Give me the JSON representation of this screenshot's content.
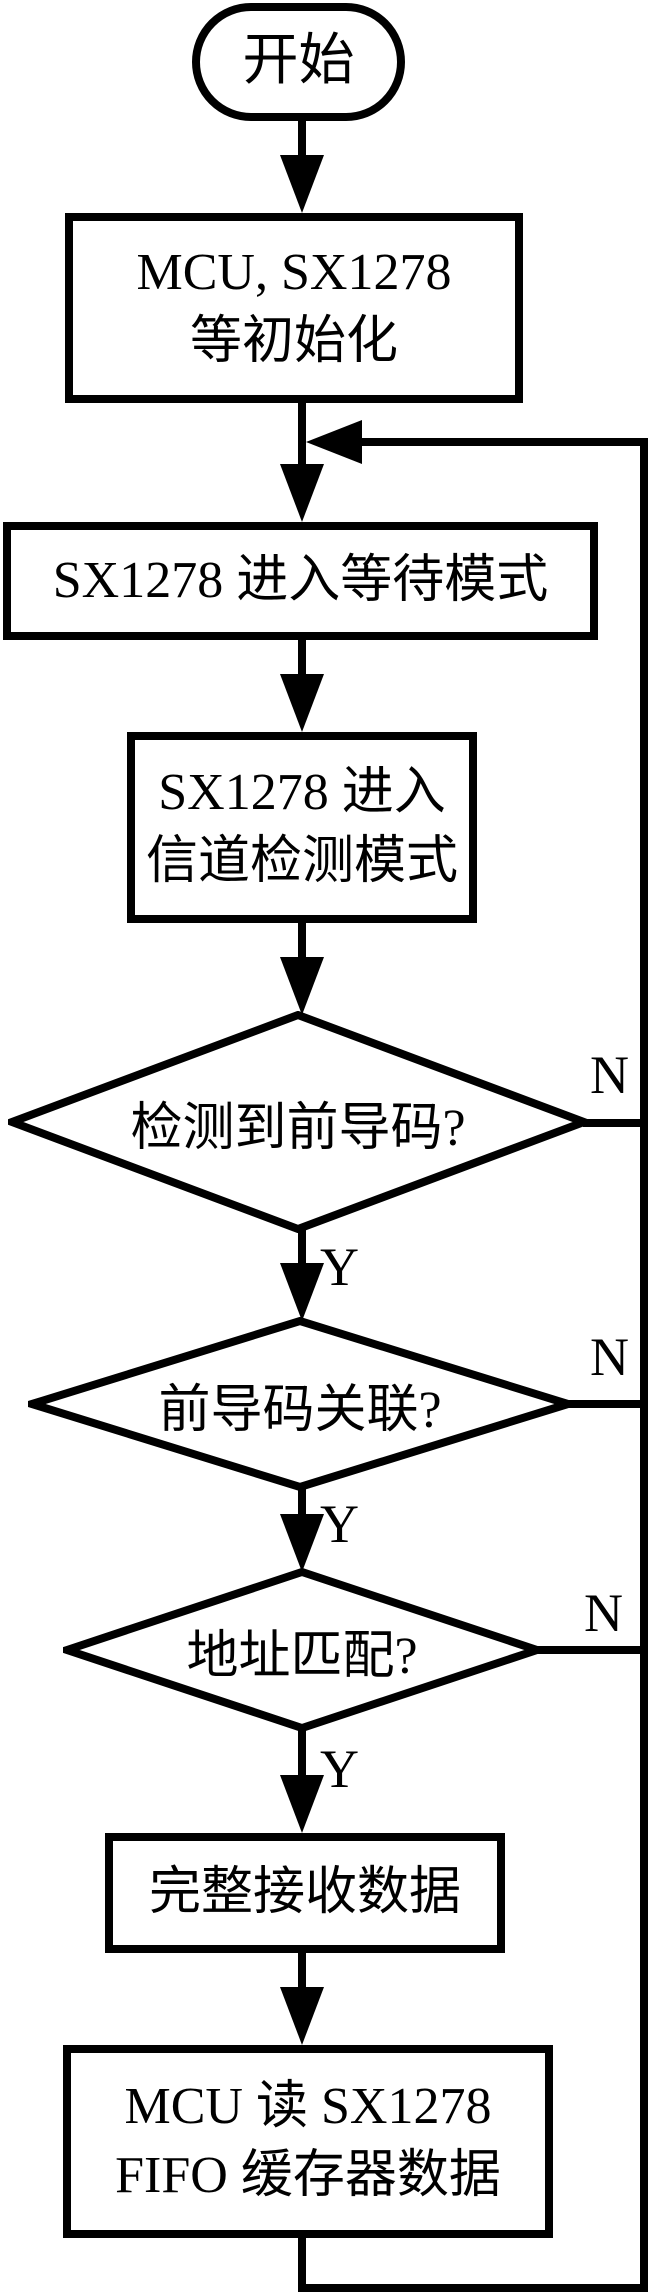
{
  "colors": {
    "line": "#000000",
    "background": "#ffffff"
  },
  "flowchart": {
    "start": {
      "label": "开始"
    },
    "init_box": {
      "line1": "MCU, SX1278",
      "line2": "等初始化"
    },
    "standby_box": {
      "line1": "SX1278 进入等待模式"
    },
    "cad_box": {
      "line1": "SX1278 进入",
      "line2": "信道检测模式"
    },
    "decision_preamble_detect": {
      "label": "检测到前导码?",
      "yes_label": "Y",
      "no_label": "N"
    },
    "decision_preamble_assoc": {
      "label": "前导码关联?",
      "yes_label": "Y",
      "no_label": "N"
    },
    "decision_address_match": {
      "label": "地址匹配?",
      "yes_label": "Y",
      "no_label": "N"
    },
    "receive_box": {
      "line1": "完整接收数据"
    },
    "fifo_box": {
      "line1": "MCU 读 SX1278",
      "line2": "FIFO 缓存器数据"
    }
  }
}
